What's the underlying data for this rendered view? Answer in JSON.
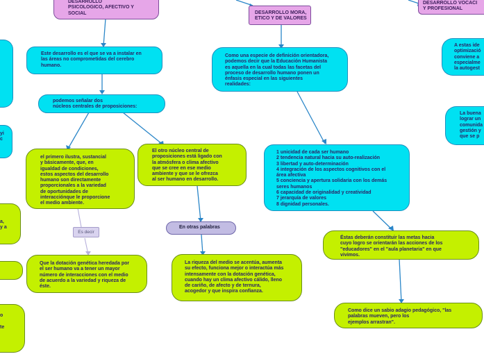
{
  "nodes": {
    "desarrollo_psicologico": "DESARROLLO\nPSICOLOGICO, AFECTIVO Y\nSOCIAL",
    "desarrollo_moral": "DESARROLLO MORA,\nETICO Y DE VALORES",
    "desarrollo_vocacional": "DESARROLLO VOCACI\nY PROFESIONAL",
    "este_desarrollo": "Este desarrollo es el que se va a instalar en\nlas áreas no comprometidas del cerebro\nhumano.",
    "podemos_senalar": "podemos señalar dos\nnúcleos centrales de proposiciones:",
    "primero_ilustra": "el primero ilustra, sustancial\ny básicamente, que, en\n igualdad de condiciones,\nestos aspectos del desarrollo\nhumano son directamente\nproporcionales a la variedad\nde oportunidades de\ninteracciónque le proporcione\nel medio ambiente.",
    "es_decir": "Es decir",
    "dotacion_genetica": "Que la dotación genética heredada por\nel ser humano va a tener un mayor\nnúmero de interacciones con el medio\nde acuerdo a la variedad y riqueza de\néste.",
    "otro_nucleo": "El otro núcleo central de\nproposiciones está ligado con\nla atmósfera o clima afectivo\nque se cree en ese medio\nambiente y que se le ofrezca\nal ser humano en desarrollo.",
    "en_otras_palabras": "En otras palabras",
    "riqueza_medio": "La riqueza del medio se acentúa, aumenta\nsu efecto, funciona mejor o interactúa más\nintensamente con la dotación genética,\ncuando hay un clima afectivo cálido, lleno\nde cariño, de afecto y de ternura,\nacogedor y que inspira confianza.",
    "definicion_orientadora": "Como una especie de definición orientadora,\npodemos decir que la Educación Humanista\nes aquella en la cual todas las facetas del\nproceso de desarrollo humano ponen un\nénfasis especial en las siguientes\nrealidades:",
    "lista_realidades": "1 unicidad de cada ser humano\n2 tendencia natural hacia su auto-realización\n3 libertad y auto-determinación\n4 integración de los aspectos cognitivos con el\nárea afectiva\n5 conciencia y apertura solidaria con los demás\nseres humanos\n6 capacidad de originalidad y creatividad\n7 jerarquía de valores\n8    dignidad personales.",
    "estas_deberan": "Éstas deberán constituir las metas hacia\ncuyo logro se orientarán las acciones de los\n\"educadores\" en el \"aula planetaria\" en que\nvivimos.",
    "sabio_adagio": "Como dice un sabio adagio pedagógico, \"las\npalabras mueven, pero los\nejemplos arrastran\".",
    "a_estas_ide": "A estas ide\noptimizació\nconviene a\nespecialme\nla autogest",
    "la_buena": "La buena\nlograr un\ncomunida\ngestión y\nque se p",
    "left_frag_1": "yi\nc",
    "left_frag_2": "a,\ny a",
    "left_frag_3": "o\n\nte"
  },
  "colors": {
    "cyan": "#00e1f2",
    "lime": "#c4f000",
    "pink": "#e6a6e8",
    "lavender": "#c2bce3",
    "connector": "#2a86c8"
  }
}
